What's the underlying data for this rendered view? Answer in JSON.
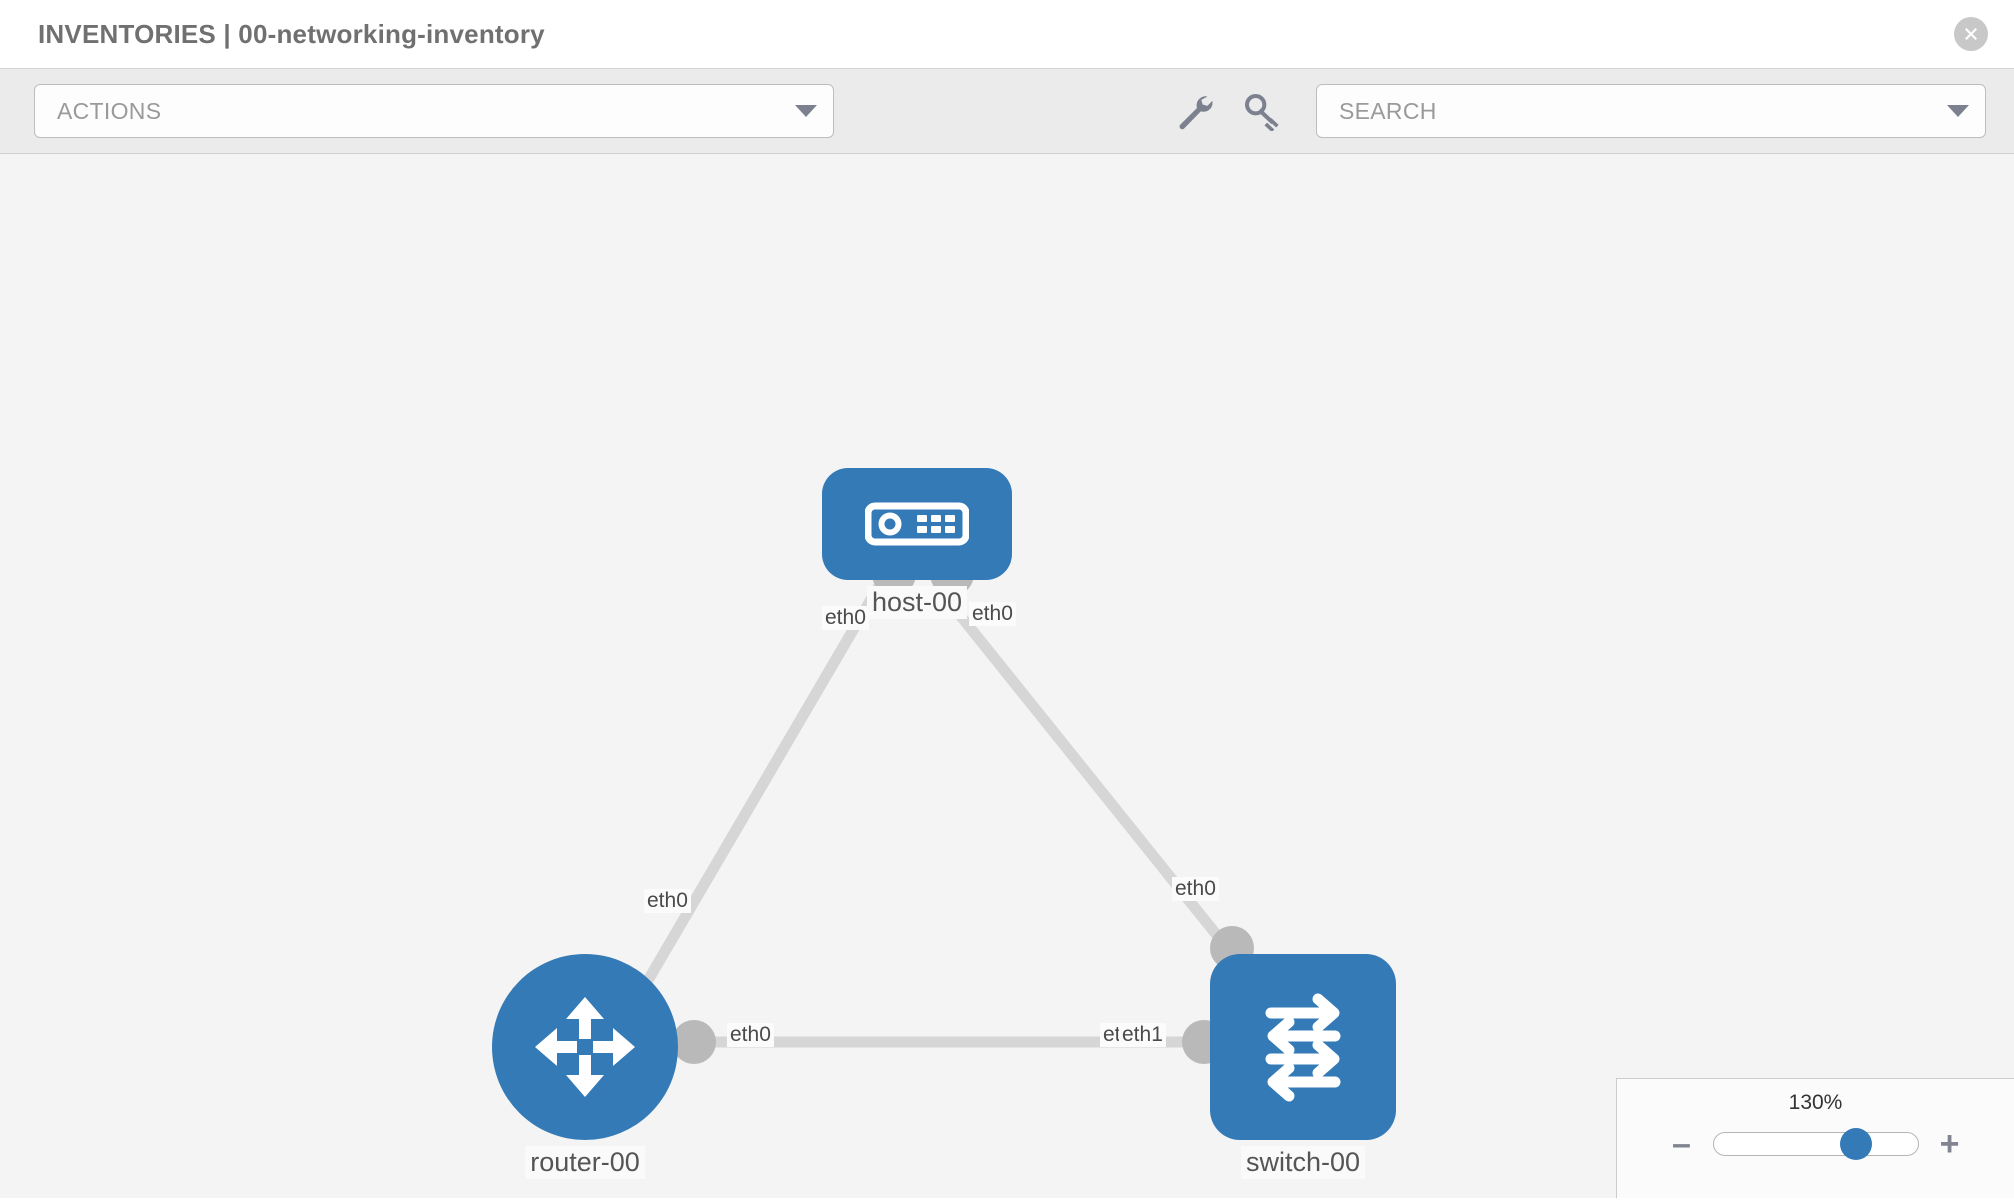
{
  "header": {
    "title": "INVENTORIES | 00-networking-inventory",
    "close_icon": "close-circle-icon"
  },
  "toolbar": {
    "actions": {
      "placeholder": "ACTIONS",
      "caret_icon": "chevron-down-icon"
    },
    "icons": [
      {
        "name": "wrench-icon",
        "label": "wrench"
      },
      {
        "name": "key-icon",
        "label": "key"
      }
    ],
    "search": {
      "placeholder": "SEARCH",
      "caret_icon": "chevron-down-icon"
    }
  },
  "topology": {
    "nodes": [
      {
        "id": "host-00",
        "label": "host-00",
        "icon": "server-icon",
        "type": "host"
      },
      {
        "id": "router-00",
        "label": "router-00",
        "icon": "router-arrows-icon",
        "type": "router"
      },
      {
        "id": "switch-00",
        "label": "switch-00",
        "icon": "switch-arrows-icon",
        "type": "switch"
      }
    ],
    "interface_labels": [
      {
        "id": "host-left",
        "text": "eth0"
      },
      {
        "id": "host-right",
        "text": "eth0"
      },
      {
        "id": "router-up",
        "text": "eth0"
      },
      {
        "id": "switch-up",
        "text": "eth0"
      },
      {
        "id": "router-right",
        "text": "eth0"
      },
      {
        "id": "switch-left-a",
        "text": "eth0"
      },
      {
        "id": "switch-left-b",
        "text": "eth1"
      }
    ],
    "accent_color": "#337ab7",
    "link_color": "#d6d6d6",
    "endpoint_color": "#b9b9b9"
  },
  "zoom_control": {
    "value": "130%",
    "minus_label": "–",
    "plus_label": "+",
    "slider_position_percent": 70
  }
}
